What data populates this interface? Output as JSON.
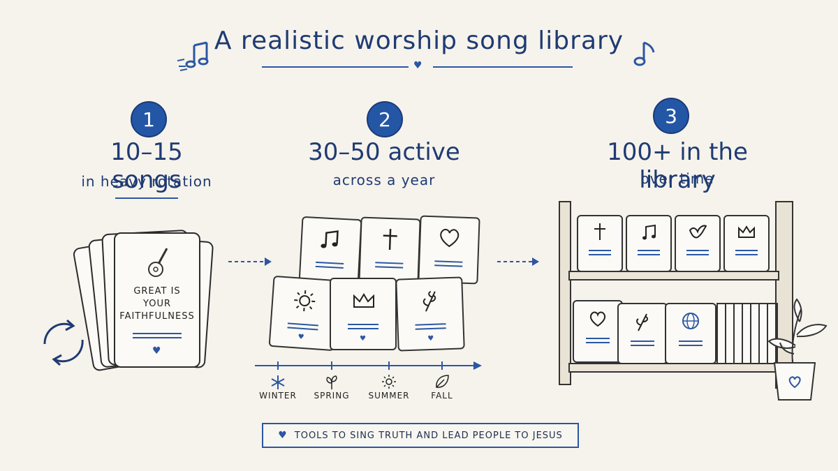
{
  "title": "A realistic worship song library",
  "steps": [
    {
      "number": "1",
      "headline": "10–15 songs",
      "subline": "in heavy rotation"
    },
    {
      "number": "2",
      "headline": "30–50 active",
      "subline": "across a year"
    },
    {
      "number": "3",
      "headline": "100+ in the library",
      "subline": "over time"
    }
  ],
  "featured_card": {
    "lines": [
      "GREAT IS",
      "YOUR",
      "FAITHFULNESS"
    ]
  },
  "seasons": [
    "WINTER",
    "SPRING",
    "SUMMER",
    "FALL"
  ],
  "banner": "TOOLS TO SING TRUTH AND LEAD PEOPLE TO JESUS",
  "colors": {
    "accent": "#2456a6",
    "ink": "#1f3b73",
    "paper": "#f6f3ec"
  },
  "icons": [
    "music-note-icon",
    "cross-icon",
    "heart-icon",
    "sun-icon",
    "crown-icon",
    "leaf-icon",
    "dove-icon",
    "globe-icon",
    "snowflake-icon",
    "sprout-icon",
    "guitar-icon",
    "refresh-cycle-icon",
    "plant-icon"
  ]
}
